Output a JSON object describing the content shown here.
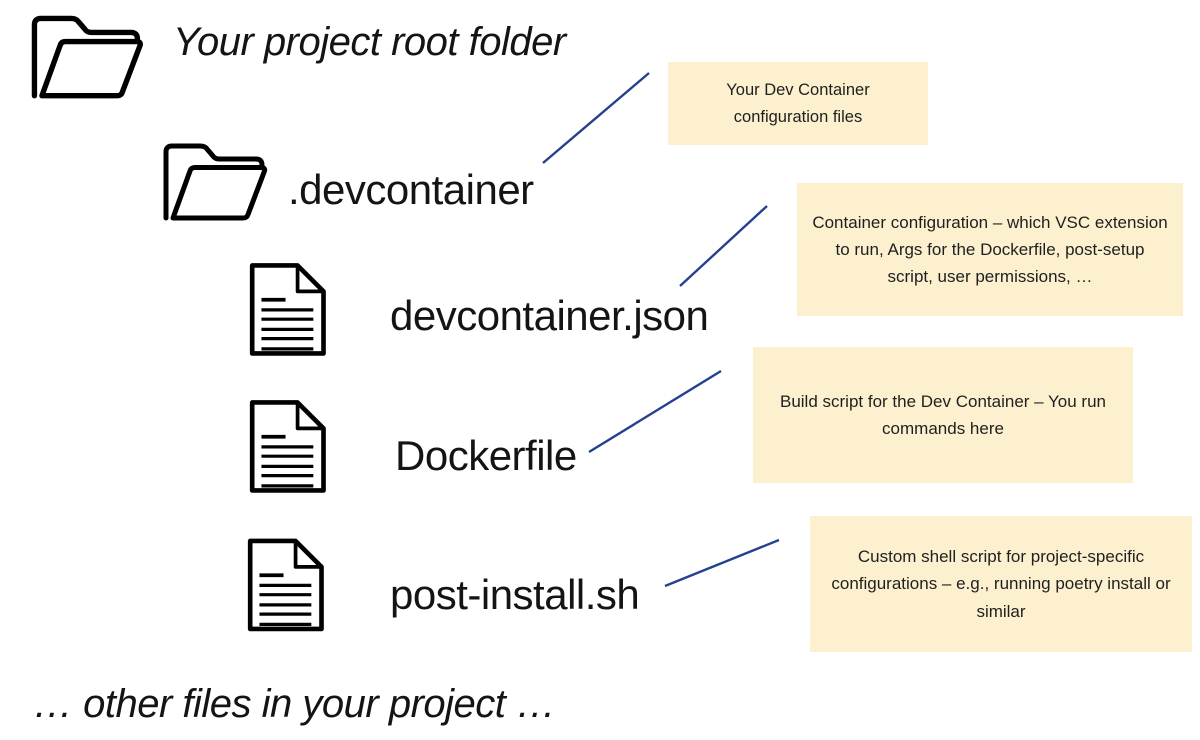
{
  "diagram": {
    "root_folder": {
      "label": "Your project root folder"
    },
    "devcontainer_folder": {
      "label": ".devcontainer"
    },
    "files": [
      {
        "name": "devcontainer.json"
      },
      {
        "name": "Dockerfile"
      },
      {
        "name": "post-install.sh"
      }
    ],
    "callouts": [
      {
        "text": "Your Dev Container configuration files"
      },
      {
        "text": "Container configuration – which VSC extension to run, Args for the Dockerfile, post-setup script, user permissions, …"
      },
      {
        "text": "Build script for the Dev Container – You run commands here"
      },
      {
        "text": "Custom shell script for project-specific configurations – e.g., running poetry install or similar"
      }
    ],
    "footer": "… other files in your project …",
    "colors": {
      "callout_bg": "#FCF0CF",
      "connector": "#23418F",
      "text": "#1a1a1a"
    }
  }
}
